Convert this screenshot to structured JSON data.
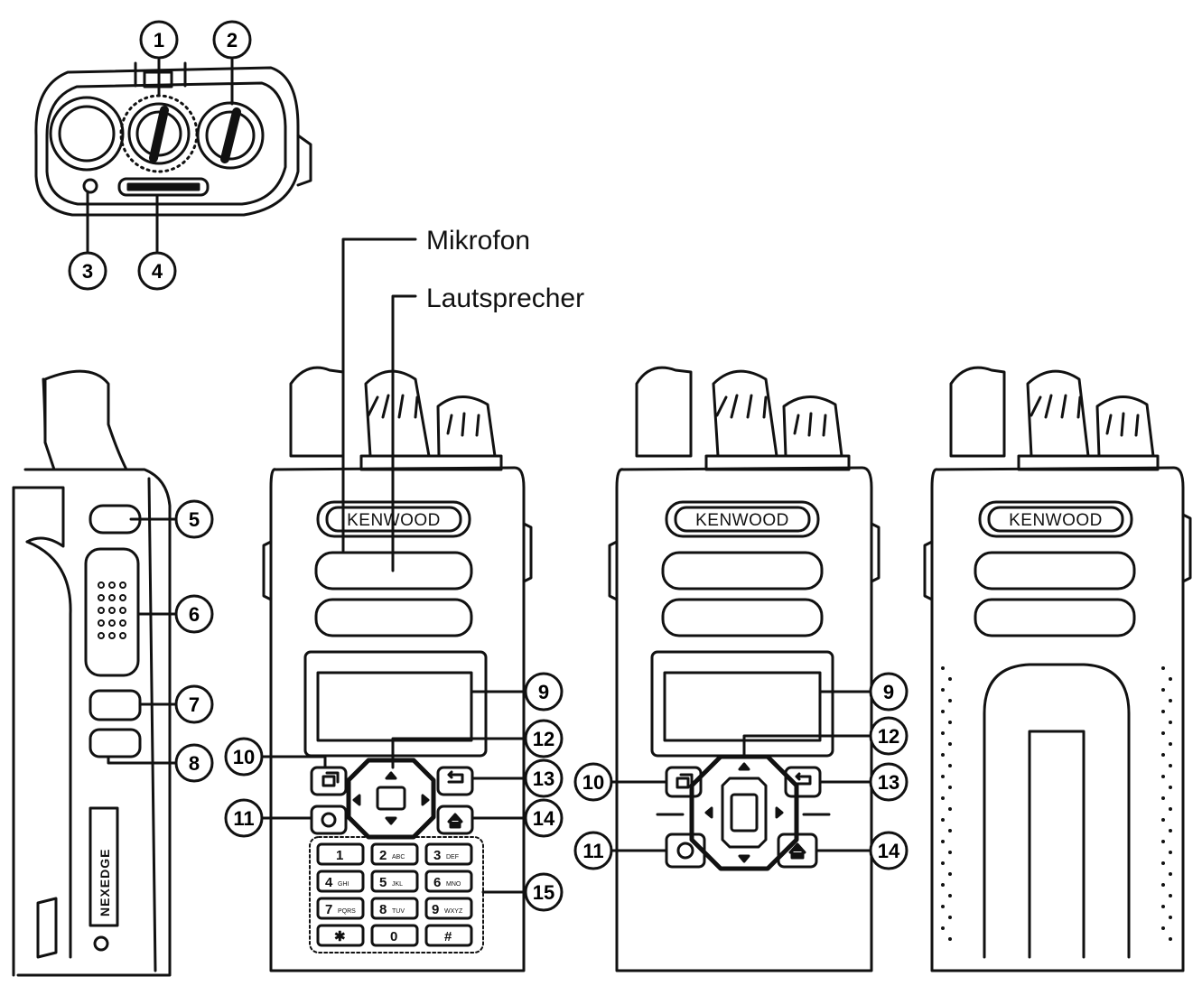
{
  "labels": {
    "mikrofon": "Mikrofon",
    "lautsprecher": "Lautsprecher"
  },
  "callouts": [
    "1",
    "2",
    "3",
    "4",
    "5",
    "6",
    "7",
    "8",
    "9",
    "10",
    "11",
    "12",
    "13",
    "14",
    "15"
  ],
  "brand": "KENWOOD",
  "side_brand": "NEXEDGE",
  "keypad": [
    {
      "main": "1",
      "sub": ""
    },
    {
      "main": "2",
      "sub": "ABC"
    },
    {
      "main": "3",
      "sub": "DEF"
    },
    {
      "main": "4",
      "sub": "GHI"
    },
    {
      "main": "5",
      "sub": "JKL"
    },
    {
      "main": "6",
      "sub": "MNO"
    },
    {
      "main": "7",
      "sub": "PQRS"
    },
    {
      "main": "8",
      "sub": "TUV"
    },
    {
      "main": "9",
      "sub": "WXYZ"
    },
    {
      "main": "✱",
      "sub": ""
    },
    {
      "main": "0",
      "sub": ""
    },
    {
      "main": "#",
      "sub": ""
    }
  ],
  "icons": [
    "menu-icon",
    "back-icon",
    "home-icon",
    "power-circle-icon",
    "arrow-up-icon",
    "arrow-down-icon",
    "arrow-left-icon",
    "arrow-right-icon"
  ]
}
